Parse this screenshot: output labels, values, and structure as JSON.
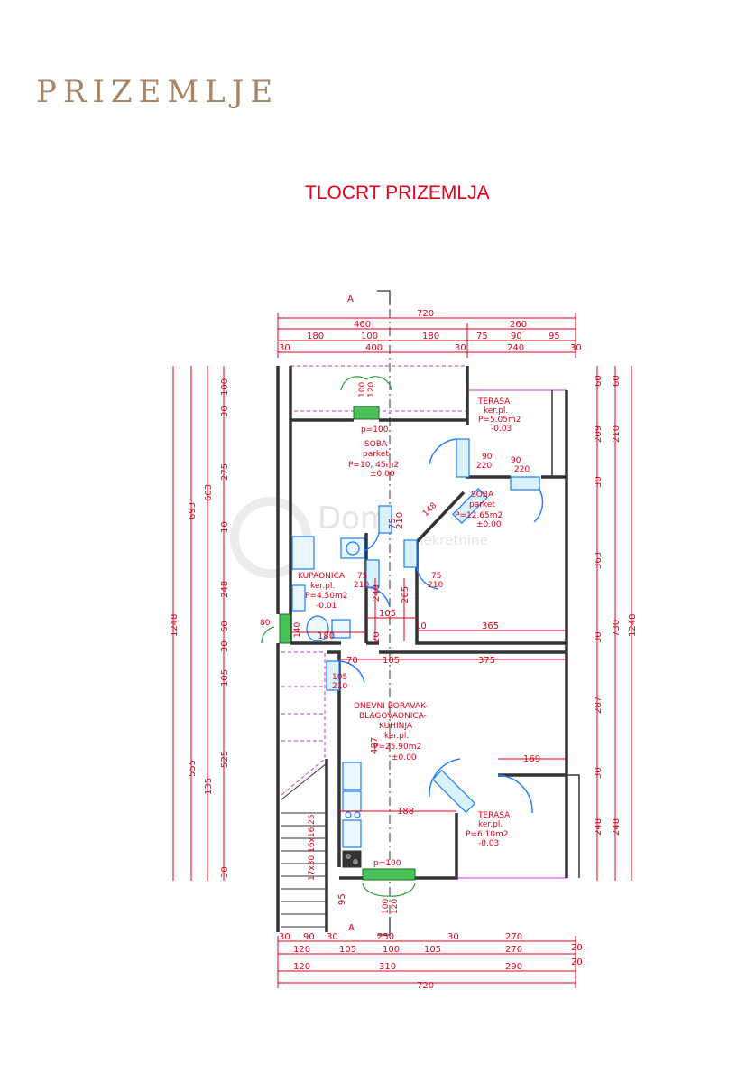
{
  "heading": "PRIZEMLJE",
  "plan_title": "TLOCRT PRIZEMLJA",
  "section_marker": "A",
  "watermark": {
    "brand": "Dom",
    "sub": "nekretnine"
  },
  "rooms": {
    "terasa_top": [
      "TERASA",
      "ker.pl.",
      "P=5.05m2",
      "-0.03"
    ],
    "soba_1": [
      "SOBA",
      "parket",
      "P=10, 45m2",
      "±0.00"
    ],
    "soba_2": [
      "SOBA",
      "parket",
      "P=12.65m2",
      "±0.00"
    ],
    "kupaonica": [
      "KUPAONICA",
      "ker.pl.",
      "P=4.50m2",
      "-0.01"
    ],
    "dnevni": [
      "DNEVNI BORAVAK-",
      "BLAGOVAONICA-",
      "KUHINJA",
      "ker.pl.",
      "P=25.90m2",
      "±0.00"
    ],
    "terasa_bottom": [
      "TERASA",
      "ker.pl.",
      "P=6.10m2",
      "-0.03"
    ]
  },
  "openings": {
    "top_window": "p=100",
    "bottom_window": "p=100",
    "window_labels": [
      "100",
      "120",
      "100",
      "120"
    ],
    "d_90_220": [
      "90",
      "220"
    ],
    "d_soba1": [
      "75",
      "210"
    ],
    "d_soba2": [
      "75",
      "210"
    ],
    "d_kup": [
      "75",
      "210"
    ],
    "d_ent": [
      "105",
      "210"
    ],
    "d_win_side": [
      "80",
      "140"
    ],
    "d_148": "148",
    "stair": "17x30 16x16,25"
  },
  "dims_top": {
    "row1": [
      "720"
    ],
    "row2": [
      "460",
      "260"
    ],
    "row3": [
      "180",
      "100",
      "180",
      "75",
      "90",
      "95"
    ],
    "row4": [
      "30",
      "400",
      "30",
      "240",
      "30"
    ]
  },
  "dims_bottom": {
    "row1": [
      "30",
      "90",
      "30",
      "250",
      "30",
      "270",
      "20"
    ],
    "row2": [
      "120",
      "105",
      "100",
      "105",
      "270",
      "20"
    ],
    "row3": [
      "120",
      "310",
      "290",
      "20"
    ],
    "row4": [
      "720"
    ]
  },
  "dims_left": {
    "outer": "1248",
    "col2": [
      "693",
      "555"
    ],
    "col3": [
      "603",
      "135"
    ],
    "col4": [
      "100",
      "30",
      "275",
      "10",
      "248",
      "60",
      "30",
      "105",
      "525",
      "30"
    ]
  },
  "dims_right": {
    "col1": [
      "60",
      "209",
      "30",
      "363",
      "30",
      "287",
      "30",
      "248"
    ],
    "col2": [
      "60",
      "210",
      "730",
      "248"
    ],
    "outer": "1248"
  },
  "interior_dims": {
    "d105": "105",
    "d365": "365",
    "d70": "70",
    "d105b": "105",
    "d375": "375",
    "d169": "169",
    "d188": "188",
    "d180": "180",
    "d248": "248",
    "d265": "265",
    "d487": "487",
    "d20": "20",
    "d10": "10",
    "d75": "75",
    "d210v": "210",
    "d95": "95"
  },
  "colors": {
    "dimension_red": "#e0001a",
    "heading_gold": "#a98465",
    "door_blue": "#1a7cff",
    "window_green": "#4ac159",
    "terrace_magenta": "#cc33cc",
    "wall": "#333333"
  }
}
